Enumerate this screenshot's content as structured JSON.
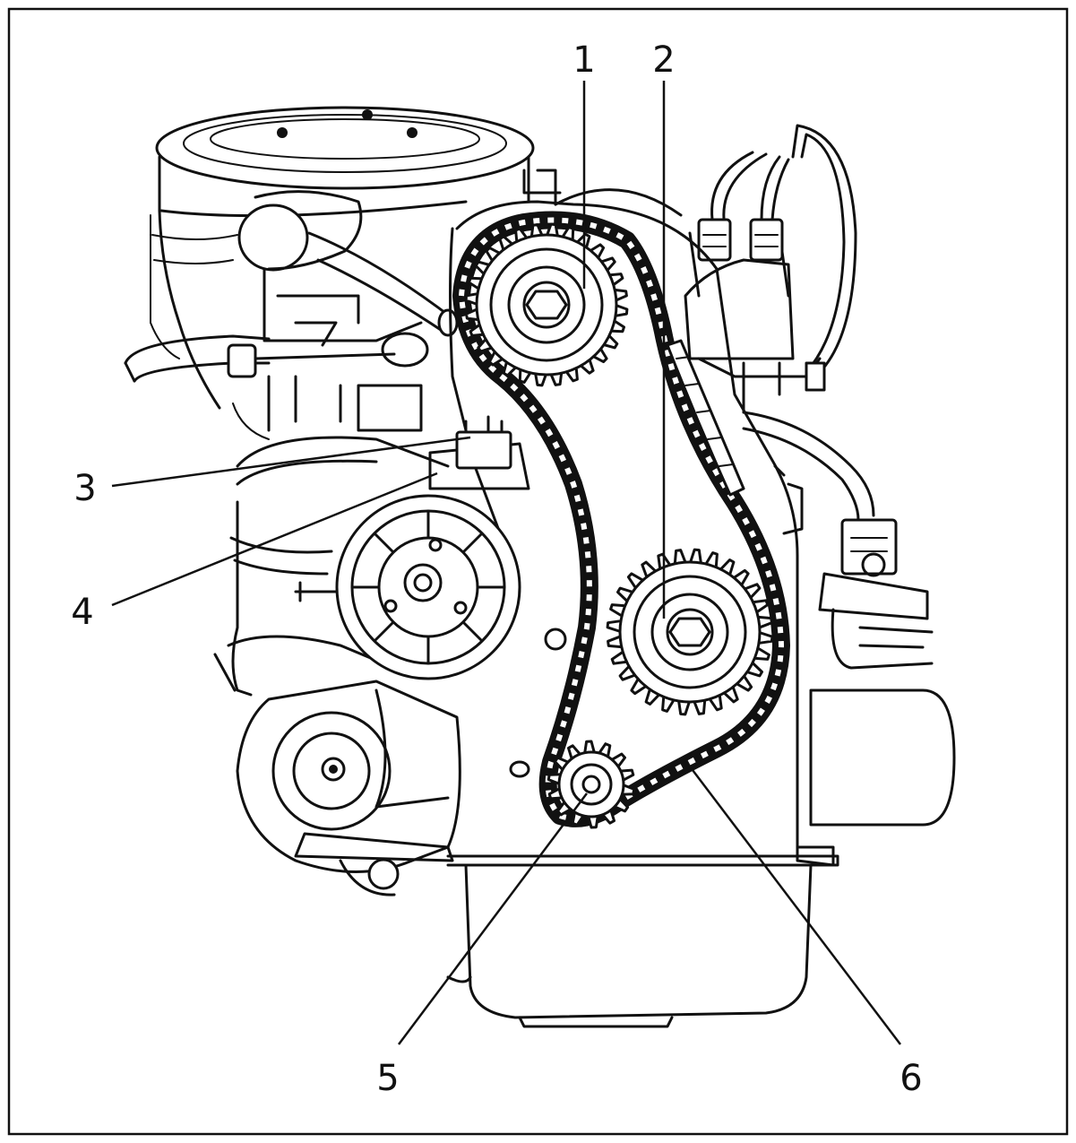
{
  "figure": {
    "callouts": [
      {
        "id": "1",
        "text": "1"
      },
      {
        "id": "2",
        "text": "2"
      },
      {
        "id": "3",
        "text": "3"
      },
      {
        "id": "4",
        "text": "4"
      },
      {
        "id": "5",
        "text": "5"
      },
      {
        "id": "6",
        "text": "6"
      }
    ]
  },
  "colors": {
    "ink": "#111111",
    "paper": "#ffffff"
  }
}
